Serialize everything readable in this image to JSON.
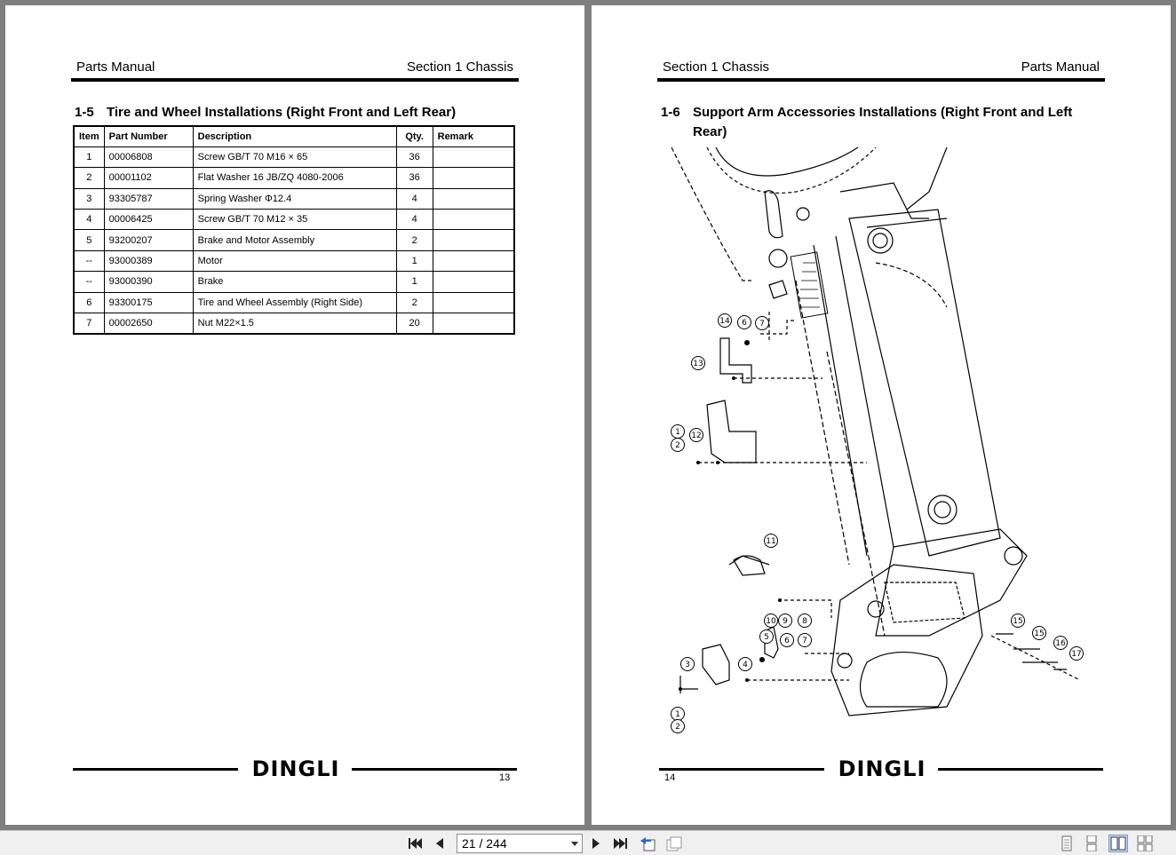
{
  "left_page": {
    "header_left": "Parts Manual",
    "header_right": "Section 1 Chassis",
    "section_number": "1-5",
    "section_title": "Tire and Wheel Installations (Right Front and Left Rear)",
    "table": {
      "headers": [
        "Item",
        "Part Number",
        "Description",
        "Qty.",
        "Remark"
      ],
      "rows": [
        {
          "item": "1",
          "part": "00006808",
          "desc": "Screw    GB/T 70    M16 × 65",
          "qty": "36",
          "remark": ""
        },
        {
          "item": "2",
          "part": "00001102",
          "desc": "Flat Washer 16 JB/ZQ 4080-2006",
          "qty": "36",
          "remark": ""
        },
        {
          "item": "3",
          "part": "93305787",
          "desc": "Spring Washer Φ12.4",
          "qty": "4",
          "remark": ""
        },
        {
          "item": "4",
          "part": "00006425",
          "desc": "Screw    GB/T 70    M12 × 35",
          "qty": "4",
          "remark": ""
        },
        {
          "item": "5",
          "part": "93200207",
          "desc": "Brake and Motor Assembly",
          "qty": "2",
          "remark": ""
        },
        {
          "item": "--",
          "part": "93000389",
          "desc": "Motor",
          "qty": "1",
          "remark": ""
        },
        {
          "item": "--",
          "part": "93000390",
          "desc": "Brake",
          "qty": "1",
          "remark": ""
        },
        {
          "item": "6",
          "part": "93300175",
          "desc": "Tire and Wheel Assembly (Right Side)",
          "qty": "2",
          "remark": ""
        },
        {
          "item": "7",
          "part": "00002650",
          "desc": "Nut M22×1.5",
          "qty": "20",
          "remark": ""
        }
      ]
    },
    "logo": "DINGLI",
    "page_number": "13"
  },
  "right_page": {
    "header_left": "Section 1 Chassis",
    "header_right": "Parts Manual",
    "section_number": "1-6",
    "section_title": "Support Arm Accessories Installations (Right Front and Left Rear)",
    "callouts": [
      "14",
      "6",
      "7",
      "13",
      "1",
      "2",
      "12",
      "11",
      "10",
      "9",
      "8",
      "5",
      "6",
      "7",
      "3",
      "4",
      "1",
      "2",
      "15",
      "15",
      "16",
      "17"
    ],
    "logo": "DINGLI",
    "page_number": "14"
  },
  "toolbar": {
    "page_indicator": "21 / 244",
    "icons": [
      "first-page-icon",
      "prev-page-icon",
      "next-page-icon",
      "last-page-icon",
      "prev-view-icon",
      "next-view-icon",
      "single-page-icon",
      "continuous-icon",
      "two-page-icon",
      "two-page-continuous-icon"
    ]
  }
}
